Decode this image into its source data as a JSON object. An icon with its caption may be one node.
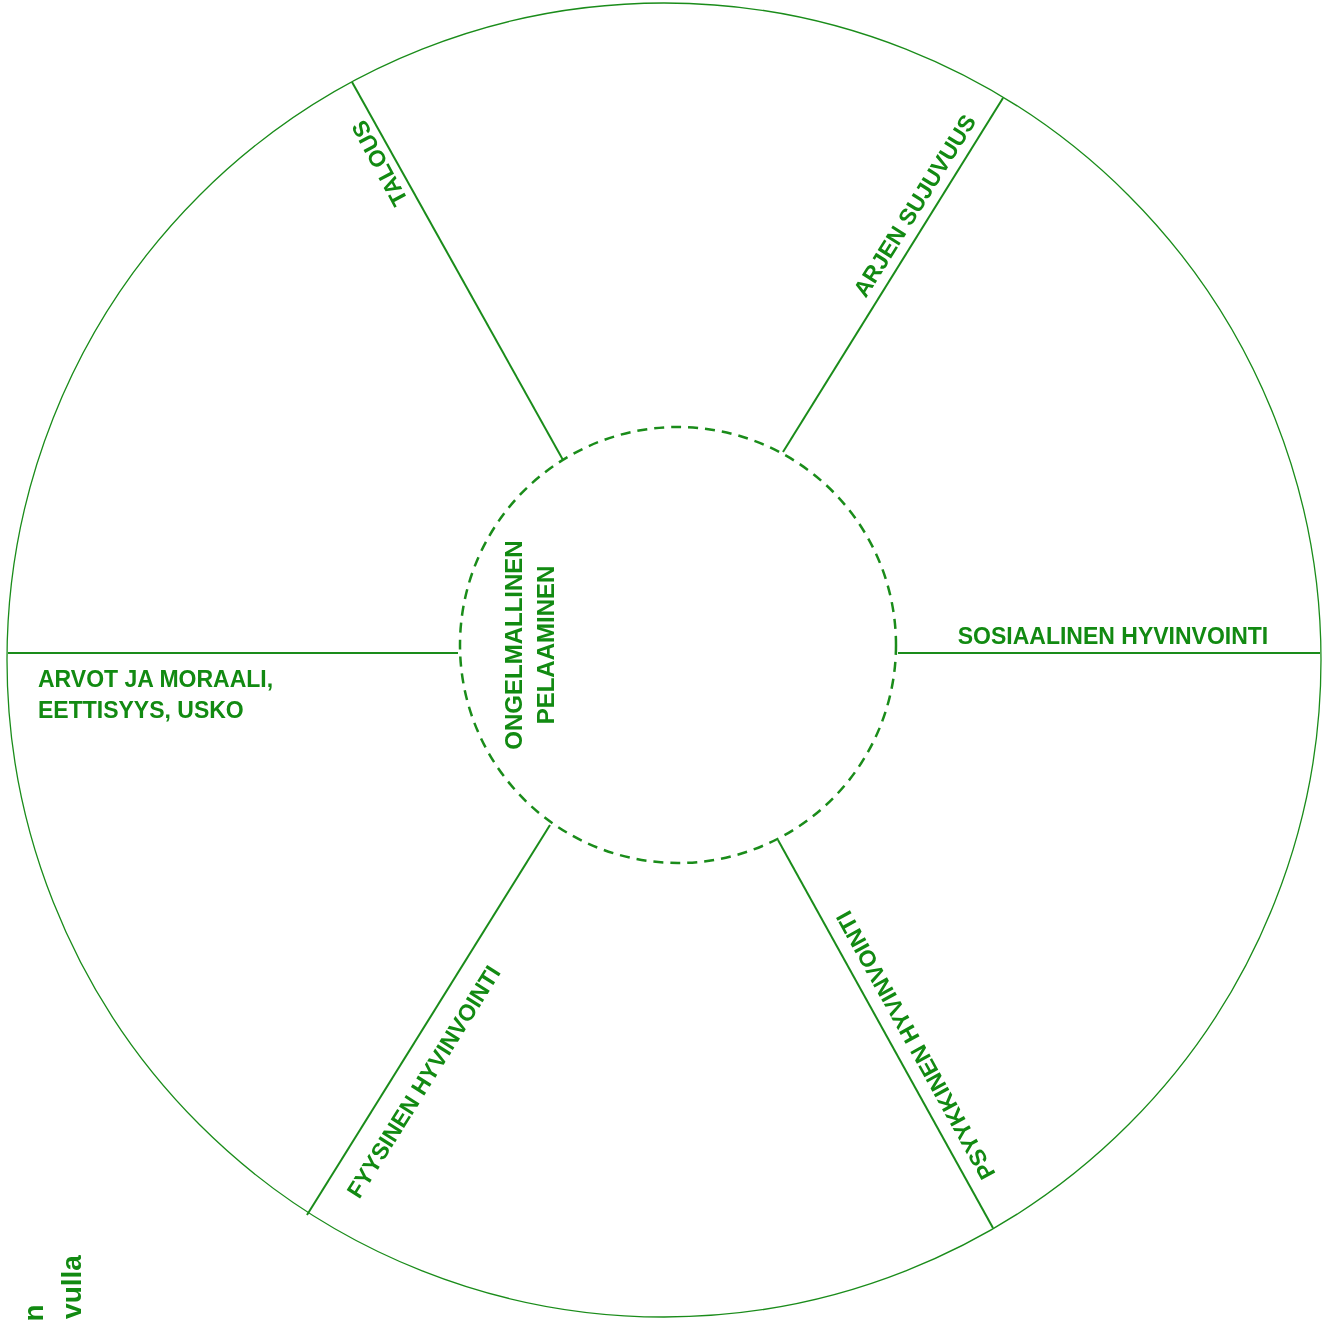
{
  "diagram": {
    "nodes": [
      {
        "text": [
          "ONGELMALLINEN PELAAMINEN"
        ]
      }
    ],
    "edges": [],
    "labels": [
      "TALOUS",
      "ARJEN SUJUVUUS",
      "SOSIAALINEN HYVINVOINTI",
      "ARVOT JA MORAALI, EETTISYYS, USKO",
      "PSYYKKINEN HYVINVOINTI",
      "FYYSINEN HYVINVOINTI",
      "n",
      "vulla"
    ]
  }
}
